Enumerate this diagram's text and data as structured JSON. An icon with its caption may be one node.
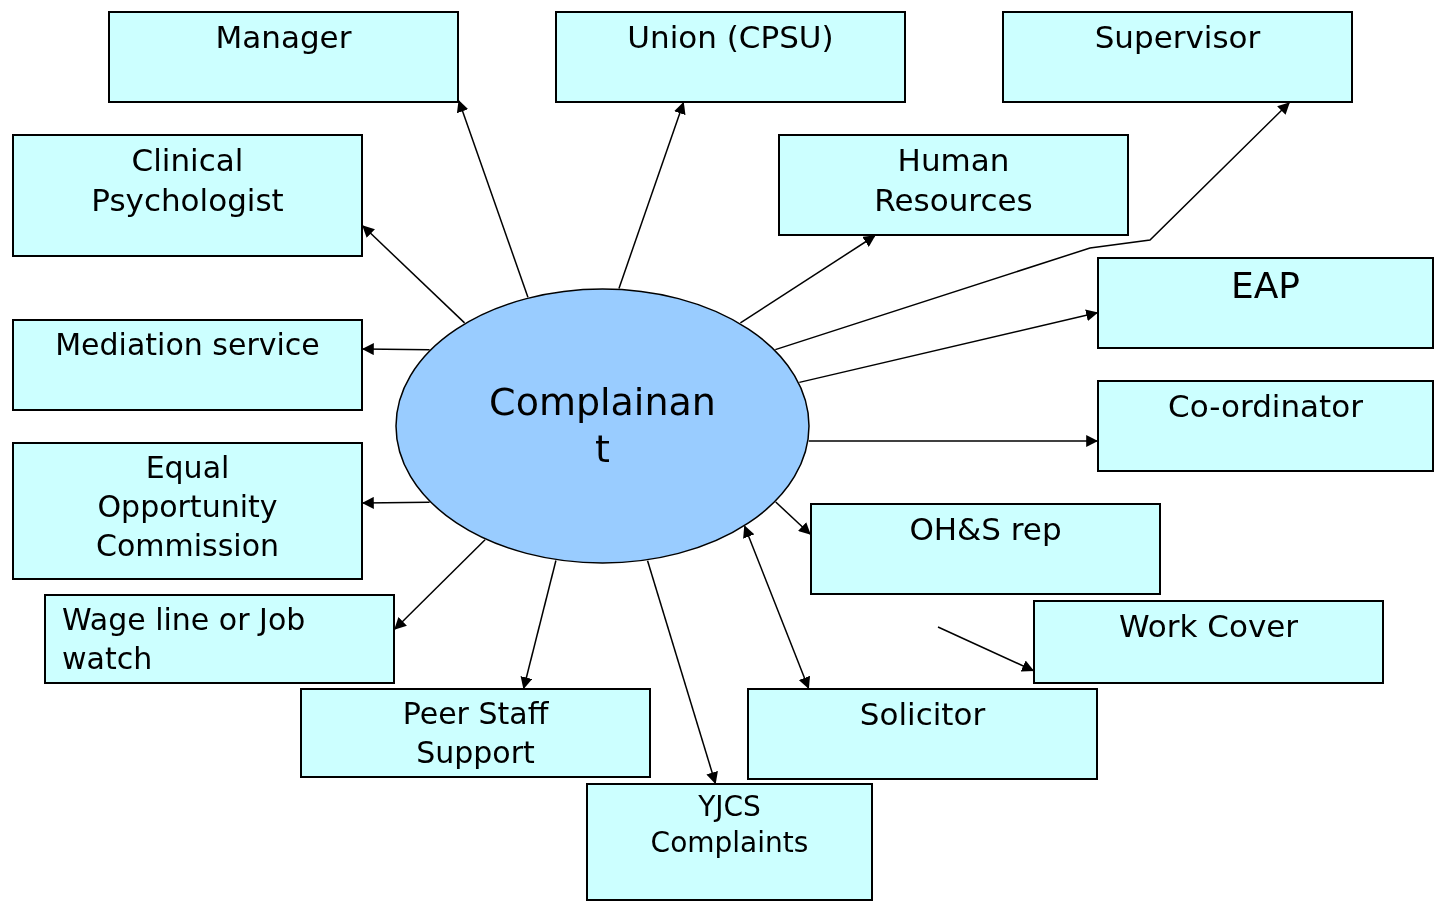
{
  "diagram": {
    "nodes": [
      {
        "text": [
          "Complainant"
        ]
      },
      {
        "text": [
          "Manager"
        ]
      },
      {
        "text": [
          "Union (CPSU)"
        ]
      },
      {
        "text": [
          "Supervisor"
        ]
      },
      {
        "text": [
          "Clinical Psychologist"
        ]
      },
      {
        "text": [
          "Human Resources"
        ]
      },
      {
        "text": [
          "EAP"
        ]
      },
      {
        "text": [
          "Mediation service"
        ]
      },
      {
        "text": [
          "Co-ordinator"
        ]
      },
      {
        "text": [
          "Equal Opportunity Commission"
        ]
      },
      {
        "text": [
          "OH&S rep"
        ]
      },
      {
        "text": [
          "Wage line or Job watch"
        ]
      },
      {
        "text": [
          "Peer Staff Support"
        ]
      },
      {
        "text": [
          "Solicitor"
        ]
      },
      {
        "text": [
          "Work Cover"
        ]
      },
      {
        "text": [
          "YJCS Complaints"
        ]
      }
    ],
    "edges": [
      {
        "from": 0,
        "to": 1,
        "arrow": "to"
      },
      {
        "from": 0,
        "to": 2,
        "arrow": "to"
      },
      {
        "from": 0,
        "to": 3,
        "arrow": "to"
      },
      {
        "from": 0,
        "to": 5,
        "arrow": "to"
      },
      {
        "from": 0,
        "to": 6,
        "arrow": "to"
      },
      {
        "from": 0,
        "to": 8,
        "arrow": "to"
      },
      {
        "from": 0,
        "to": 10,
        "arrow": "to"
      },
      {
        "from": 0,
        "to": 13,
        "arrow": "both"
      },
      {
        "from": 0,
        "to": 15,
        "arrow": "to"
      },
      {
        "from": 0,
        "to": 12,
        "arrow": "to"
      },
      {
        "from": 0,
        "to": 11,
        "arrow": "to"
      },
      {
        "from": 0,
        "to": 9,
        "arrow": "to"
      },
      {
        "from": 0,
        "to": 7,
        "arrow": "to"
      },
      {
        "from": 0,
        "to": 4,
        "arrow": "to"
      },
      {
        "from": null,
        "to": 14,
        "arrow": "to"
      }
    ]
  }
}
